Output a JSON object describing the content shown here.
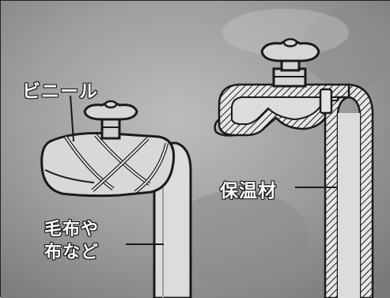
{
  "labels": {
    "vinyl": "ビニール",
    "blanket_line1": "毛布や",
    "blanket_line2": "布など",
    "insulation": "保温材"
  },
  "colors": {
    "background": "#9a9a9a",
    "pipe_fill": "#dedede",
    "outline": "#1a1a1a",
    "label_text": "#ffffff"
  }
}
